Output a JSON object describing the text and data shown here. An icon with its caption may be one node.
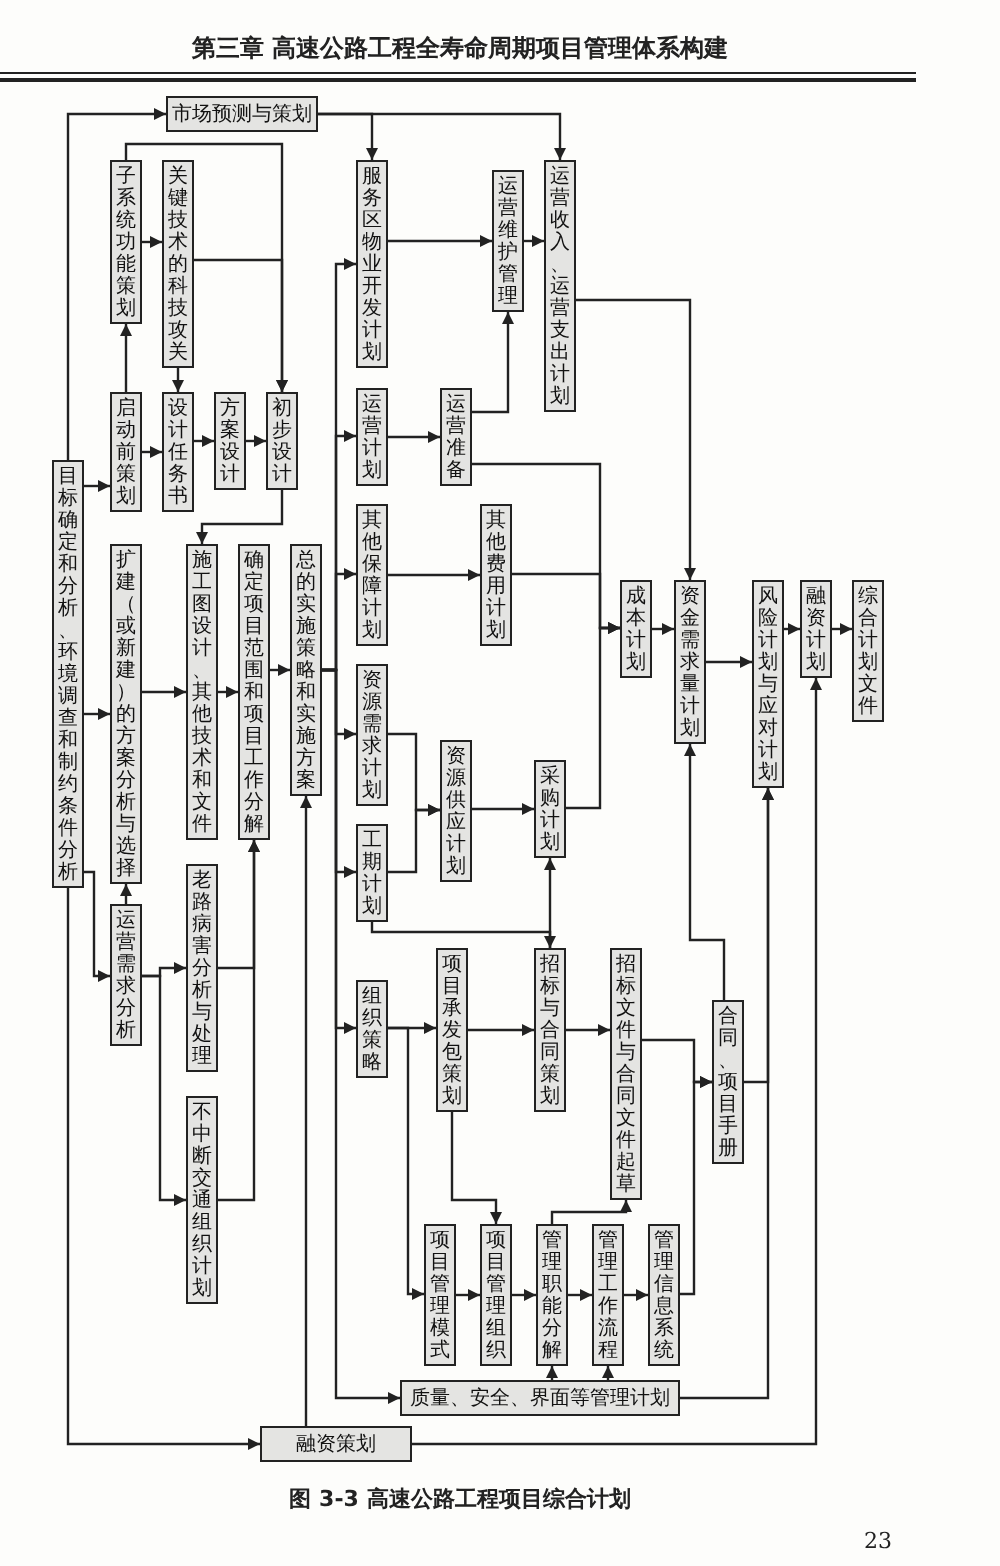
{
  "diagram": {
    "caption": "图 3-3 高速公路工程项目综合计划",
    "nodes": [
      {
        "text": [
          "市场预测与策划"
        ]
      },
      {
        "text": [
          "目标确定和分析、环境调查和制约条件分析"
        ]
      },
      {
        "text": [
          "子系统功能策划"
        ]
      },
      {
        "text": [
          "关键技术的科技攻关"
        ]
      },
      {
        "text": [
          "启动前策划"
        ]
      },
      {
        "text": [
          "设计任务书"
        ]
      },
      {
        "text": [
          "方案设计"
        ]
      },
      {
        "text": [
          "初步设计"
        ]
      },
      {
        "text": [
          "扩建（或新建）的方案分析与选择"
        ]
      },
      {
        "text": [
          "施工图设计、其他技术和文件"
        ]
      },
      {
        "text": [
          "确定项目范围和项目工作分解"
        ]
      },
      {
        "text": [
          "总的实施策略和实施方案"
        ]
      },
      {
        "text": [
          "运营需求分析"
        ]
      },
      {
        "text": [
          "老路病害分析与处理"
        ]
      },
      {
        "text": [
          "不中断交通组织计划"
        ]
      },
      {
        "text": [
          "服务区物业开发计划"
        ]
      },
      {
        "text": [
          "运营维护管理"
        ]
      },
      {
        "text": [
          "运营收入、运营支出计划"
        ]
      },
      {
        "text": [
          "运营计划"
        ]
      },
      {
        "text": [
          "运营准备"
        ]
      },
      {
        "text": [
          "其他保障计划"
        ]
      },
      {
        "text": [
          "其他费用计划"
        ]
      },
      {
        "text": [
          "资源需求计划"
        ]
      },
      {
        "text": [
          "工期计划"
        ]
      },
      {
        "text": [
          "资源供应计划"
        ]
      },
      {
        "text": [
          "采购计划"
        ]
      },
      {
        "text": [
          "成本计划"
        ]
      },
      {
        "text": [
          "资金需求量计划"
        ]
      },
      {
        "text": [
          "风险计划与应对计划"
        ]
      },
      {
        "text": [
          "融资计划"
        ]
      },
      {
        "text": [
          "综合计划文件"
        ]
      },
      {
        "text": [
          "组织策略"
        ]
      },
      {
        "text": [
          "项目承发包策划"
        ]
      },
      {
        "text": [
          "招标与合同策划"
        ]
      },
      {
        "text": [
          "招标文件与合同文件起草"
        ]
      },
      {
        "text": [
          "合同、项目手册"
        ]
      },
      {
        "text": [
          "项目管理模式"
        ]
      },
      {
        "text": [
          "项目管理组织"
        ]
      },
      {
        "text": [
          "管理职能分解"
        ]
      },
      {
        "text": [
          "管理工作流程"
        ]
      },
      {
        "text": [
          "管理信息系统"
        ]
      },
      {
        "text": [
          "质量、安全、界面等管理计划"
        ]
      },
      {
        "text": [
          "融资策划"
        ]
      }
    ],
    "edges": [
      {
        "from": 1,
        "to": 0,
        "arrow": "to"
      },
      {
        "from": 1,
        "to": 4,
        "arrow": "to"
      },
      {
        "from": 1,
        "to": 8,
        "arrow": "to"
      },
      {
        "from": 1,
        "to": 12,
        "arrow": "to"
      },
      {
        "from": 1,
        "to": 42,
        "arrow": "to"
      },
      {
        "from": 4,
        "to": 2,
        "arrow": "to"
      },
      {
        "from": 2,
        "to": 3,
        "arrow": "to"
      },
      {
        "from": 2,
        "to": 7,
        "arrow": "to"
      },
      {
        "from": 3,
        "to": 7,
        "arrow": "to"
      },
      {
        "from": 3,
        "to": 5,
        "arrow": "to"
      },
      {
        "from": 4,
        "to": 5,
        "arrow": "to"
      },
      {
        "from": 5,
        "to": 6,
        "arrow": "to"
      },
      {
        "from": 6,
        "to": 7,
        "arrow": "to"
      },
      {
        "from": 7,
        "to": 9,
        "arrow": "to"
      },
      {
        "from": 12,
        "to": 8,
        "arrow": "to"
      },
      {
        "from": 8,
        "to": 9,
        "arrow": "to"
      },
      {
        "from": 9,
        "to": 10,
        "arrow": "to"
      },
      {
        "from": 10,
        "to": 11,
        "arrow": "to"
      },
      {
        "from": 12,
        "to": 13,
        "arrow": "to"
      },
      {
        "from": 12,
        "to": 14,
        "arrow": "to"
      },
      {
        "from": 13,
        "to": 10,
        "arrow": "to"
      },
      {
        "from": 14,
        "to": 10,
        "arrow": "to"
      },
      {
        "from": 42,
        "to": 11,
        "arrow": "to"
      },
      {
        "from": 11,
        "to": 15,
        "arrow": "to"
      },
      {
        "from": 11,
        "to": 18,
        "arrow": "to"
      },
      {
        "from": 11,
        "to": 20,
        "arrow": "to"
      },
      {
        "from": 11,
        "to": 22,
        "arrow": "to"
      },
      {
        "from": 11,
        "to": 23,
        "arrow": "to"
      },
      {
        "from": 11,
        "to": 31,
        "arrow": "to"
      },
      {
        "from": 11,
        "to": 41,
        "arrow": "to"
      },
      {
        "from": 0,
        "to": 15,
        "arrow": "to"
      },
      {
        "from": 0,
        "to": 17,
        "arrow": "to"
      },
      {
        "from": 15,
        "to": 16,
        "arrow": "to"
      },
      {
        "from": 16,
        "to": 17,
        "arrow": "to"
      },
      {
        "from": 18,
        "to": 19,
        "arrow": "to"
      },
      {
        "from": 19,
        "to": 16,
        "arrow": "to"
      },
      {
        "from": 19,
        "to": 26,
        "arrow": "to"
      },
      {
        "from": 20,
        "to": 21,
        "arrow": "to"
      },
      {
        "from": 21,
        "to": 26,
        "arrow": "to"
      },
      {
        "from": 22,
        "to": 24,
        "arrow": "to"
      },
      {
        "from": 23,
        "to": 24,
        "arrow": "to"
      },
      {
        "from": 24,
        "to": 25,
        "arrow": "to"
      },
      {
        "from": 25,
        "to": 26,
        "arrow": "to"
      },
      {
        "from": 17,
        "to": 27,
        "arrow": "to"
      },
      {
        "from": 26,
        "to": 27,
        "arrow": "to"
      },
      {
        "from": 27,
        "to": 28,
        "arrow": "to"
      },
      {
        "from": 28,
        "to": 29,
        "arrow": "to"
      },
      {
        "from": 29,
        "to": 30,
        "arrow": "to"
      },
      {
        "from": 23,
        "to": 33,
        "arrow": "to"
      },
      {
        "from": 31,
        "to": 32,
        "arrow": "to"
      },
      {
        "from": 31,
        "to": 36,
        "arrow": "to"
      },
      {
        "from": 32,
        "to": 33,
        "arrow": "to"
      },
      {
        "from": 32,
        "to": 37,
        "arrow": "to"
      },
      {
        "from": 33,
        "to": 34,
        "arrow": "to"
      },
      {
        "from": 33,
        "to": 25,
        "arrow": "to"
      },
      {
        "from": 36,
        "to": 37,
        "arrow": "to"
      },
      {
        "from": 37,
        "to": 38,
        "arrow": "to"
      },
      {
        "from": 38,
        "to": 39,
        "arrow": "to"
      },
      {
        "from": 39,
        "to": 40,
        "arrow": "to"
      },
      {
        "from": 38,
        "to": 34,
        "arrow": "to"
      },
      {
        "from": 34,
        "to": 35,
        "arrow": "to"
      },
      {
        "from": 40,
        "to": 35,
        "arrow": "to"
      },
      {
        "from": 35,
        "to": 27,
        "arrow": "to"
      },
      {
        "from": 35,
        "to": 28,
        "arrow": "to"
      },
      {
        "from": 41,
        "to": 38,
        "arrow": "to"
      },
      {
        "from": 41,
        "to": 39,
        "arrow": "to"
      },
      {
        "from": 41,
        "to": 28,
        "arrow": "to"
      },
      {
        "from": 42,
        "to": 29,
        "arrow": "to"
      }
    ],
    "labels": [
      "第三章 高速公路工程全寿命周期项目管理体系构建",
      "23"
    ]
  }
}
